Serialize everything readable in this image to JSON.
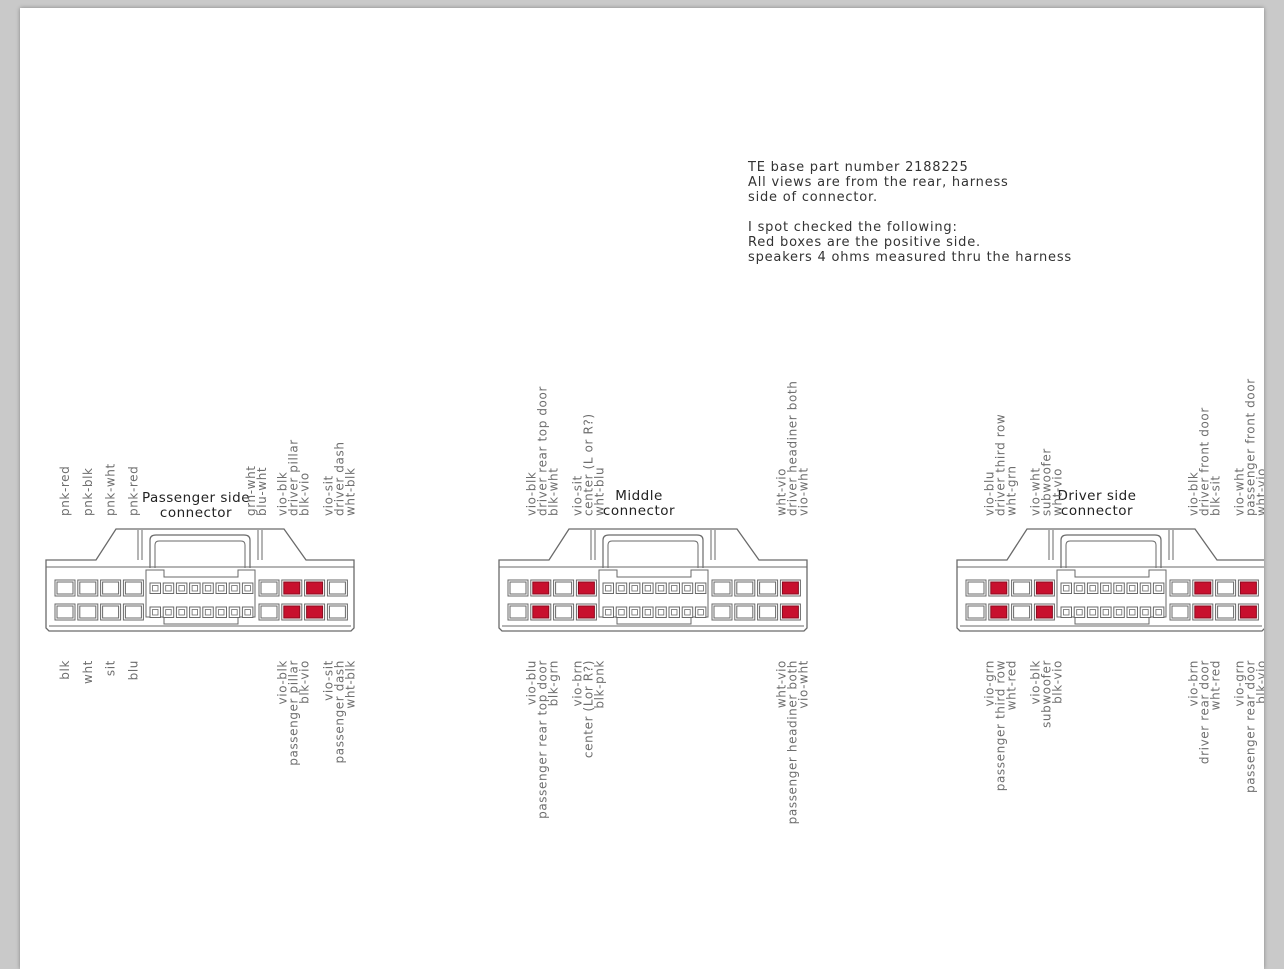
{
  "notes": [
    "TE base part number 2188225",
    "All views are from the rear, harness",
    "side of connector.",
    "",
    "I spot checked the following:",
    "Red boxes are the positive side.",
    "speakers 4 ohms measured thru the harness"
  ],
  "colors": {
    "positive": "#c8102e",
    "outline": "#6a6a6a",
    "label": "#6e6e6e"
  },
  "connectors": [
    {
      "id": "passenger",
      "title": [
        "Passenger side",
        "connector"
      ],
      "red_top": [
        9,
        10
      ],
      "red_bottom": [
        9,
        10
      ],
      "top_labels": [
        {
          "pos": 0,
          "lines": [
            "pnk-red"
          ]
        },
        {
          "pos": 1,
          "lines": [
            "pnk-blk"
          ]
        },
        {
          "pos": 2,
          "lines": [
            "pnk-wht"
          ]
        },
        {
          "pos": 3,
          "lines": [
            "pnk-red"
          ]
        },
        {
          "pos": 7.2,
          "lines": [
            "grn-wht",
            "blu-wht"
          ]
        },
        {
          "pos": 8.6,
          "lines": [
            "vio-blk",
            "driver pillar",
            "blk-vio"
          ]
        },
        {
          "pos": 10.6,
          "lines": [
            "vio-sit",
            "driver dash",
            "wht-blk"
          ]
        }
      ],
      "bottom_labels": [
        {
          "pos": 0,
          "lines": [
            "blk"
          ]
        },
        {
          "pos": 1,
          "lines": [
            "wht"
          ]
        },
        {
          "pos": 2,
          "lines": [
            "sit"
          ]
        },
        {
          "pos": 3,
          "lines": [
            "blu"
          ]
        },
        {
          "pos": 8.6,
          "lines": [
            "vio-blk",
            "passenger pillar",
            "blk-vio"
          ]
        },
        {
          "pos": 10.6,
          "lines": [
            "vio-sit",
            "passenger dash",
            "wht-blk"
          ]
        }
      ]
    },
    {
      "id": "middle",
      "title": [
        "Middle",
        "connector"
      ],
      "red_top": [
        1,
        3,
        11
      ],
      "red_bottom": [
        1,
        3,
        11
      ],
      "top_labels": [
        {
          "pos": 0.6,
          "lines": [
            "vio-blk",
            "driver rear top door",
            "blk-wht"
          ]
        },
        {
          "pos": 2.6,
          "lines": [
            "vio-sit",
            "center (L or R?)",
            "wht-blu"
          ]
        },
        {
          "pos": 10.6,
          "lines": [
            "wht-vio",
            "driver headiner both",
            "vio-wht"
          ]
        }
      ],
      "bottom_labels": [
        {
          "pos": 0.6,
          "lines": [
            "vio-blu",
            "passenger rear top door",
            "blk-grn"
          ]
        },
        {
          "pos": 2.6,
          "lines": [
            "vio-brn",
            "center (Lor R?)",
            "blk-pnk"
          ]
        },
        {
          "pos": 10.6,
          "lines": [
            "wht-vio",
            "passenger headiner both",
            "vio-wht"
          ]
        }
      ]
    },
    {
      "id": "driver",
      "title": [
        "Driver side",
        "connector"
      ],
      "red_top": [
        1,
        3,
        9,
        11
      ],
      "red_bottom": [
        1,
        3,
        9,
        11
      ],
      "top_labels": [
        {
          "pos": 0.6,
          "lines": [
            "vio-blu",
            "driver third row",
            "wht-grn"
          ]
        },
        {
          "pos": 2.6,
          "lines": [
            "vio-wht",
            "subwoofer",
            "wht-vio"
          ]
        },
        {
          "pos": 8.6,
          "lines": [
            "vio-blk",
            "driver front door",
            "blk-sit"
          ]
        },
        {
          "pos": 10.6,
          "lines": [
            "vio-wht",
            "passenger front door",
            "wht-vio"
          ]
        }
      ],
      "bottom_labels": [
        {
          "pos": 0.6,
          "lines": [
            "vio-grn",
            "passenger third row",
            "wht-red"
          ]
        },
        {
          "pos": 2.6,
          "lines": [
            "vio-blk",
            "subwoofer",
            "blk-vio"
          ]
        },
        {
          "pos": 8.6,
          "lines": [
            "vio-brn",
            "driver rear door",
            "wht-red"
          ]
        },
        {
          "pos": 10.6,
          "lines": [
            "vio-grn",
            "passenger rear door",
            "blk-vio"
          ]
        }
      ]
    }
  ]
}
